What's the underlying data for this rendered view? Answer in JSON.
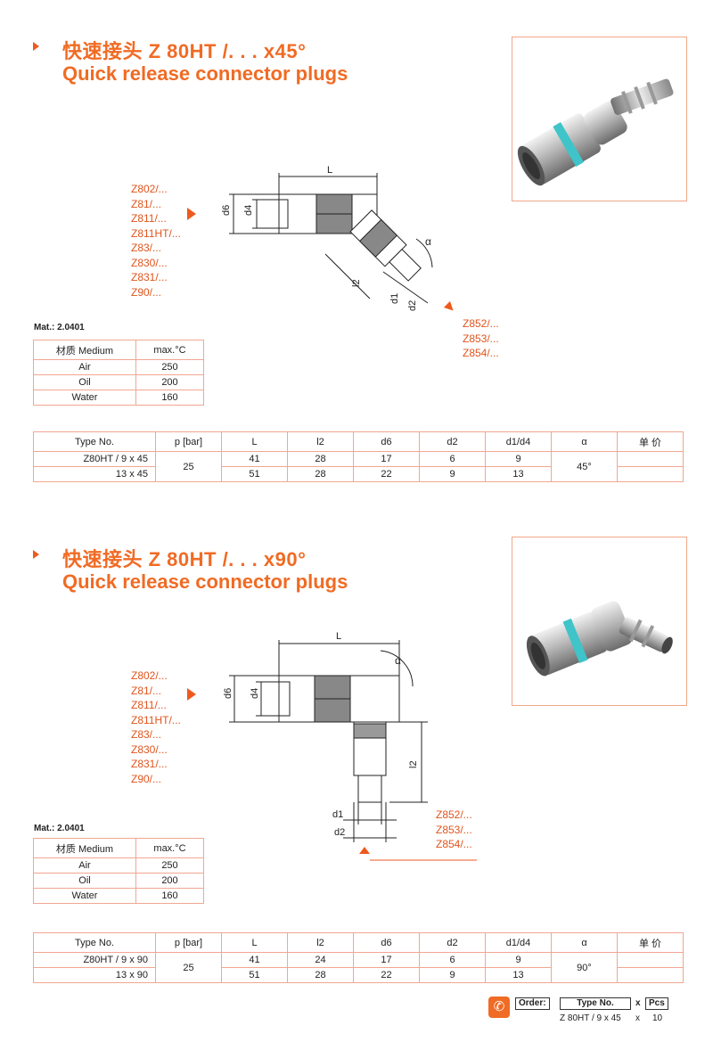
{
  "sections": [
    {
      "title_cn": "快速接头 Z 80HT /. . .  x45°",
      "title_en": "Quick release connector plugs",
      "material": "Mat.: 2.0401",
      "left_codes": [
        "Z802/...",
        "Z81/...",
        "Z811/...",
        "Z811HT/...",
        "Z83/...",
        "Z830/...",
        "Z831/...",
        "Z90/..."
      ],
      "right_codes": [
        "Z852/...",
        "Z853/...",
        "Z854/..."
      ],
      "dim_labels": {
        "L": "L",
        "d6": "d6",
        "d4": "d4",
        "l2": "l2",
        "d1": "d1",
        "d2": "d2",
        "alpha": "α"
      },
      "medium_table": {
        "headers": [
          "材质 Medium",
          "max.°C"
        ],
        "rows": [
          [
            "Air",
            "250"
          ],
          [
            "Oil",
            "200"
          ],
          [
            "Water",
            "160"
          ]
        ]
      },
      "spec_table": {
        "headers": [
          "Type No.",
          "p [bar]",
          "L",
          "l2",
          "d6",
          "d2",
          "d1/d4",
          "α",
          "单 价"
        ],
        "pressure": "25",
        "angle": "45°",
        "rows": [
          {
            "type": "Z80HT / 9 x 45",
            "L": "41",
            "l2": "28",
            "d6": "17",
            "d2": "6",
            "d1d4": "9",
            "price": ""
          },
          {
            "type": "13 x 45",
            "L": "51",
            "l2": "28",
            "d6": "22",
            "d2": "9",
            "d1d4": "13",
            "price": ""
          }
        ]
      }
    },
    {
      "title_cn": "快速接头 Z 80HT /. . .  x90°",
      "title_en": "Quick release connector plugs",
      "material": "Mat.: 2.0401",
      "left_codes": [
        "Z802/...",
        "Z81/...",
        "Z811/...",
        "Z811HT/...",
        "Z83/...",
        "Z830/...",
        "Z831/...",
        "Z90/..."
      ],
      "right_codes": [
        "Z852/...",
        "Z853/...",
        "Z854/..."
      ],
      "dim_labels": {
        "L": "L",
        "d6": "d6",
        "d4": "d4",
        "l2": "l2",
        "d1": "d1",
        "d2": "d2",
        "alpha": "α"
      },
      "medium_table": {
        "headers": [
          "材质 Medium",
          "max.°C"
        ],
        "rows": [
          [
            "Air",
            "250"
          ],
          [
            "Oil",
            "200"
          ],
          [
            "Water",
            "160"
          ]
        ]
      },
      "spec_table": {
        "headers": [
          "Type No.",
          "p [bar]",
          "L",
          "l2",
          "d6",
          "d2",
          "d1/d4",
          "α",
          "单 价"
        ],
        "pressure": "25",
        "angle": "90°",
        "rows": [
          {
            "type": "Z80HT / 9 x 90",
            "L": "41",
            "l2": "24",
            "d6": "17",
            "d2": "6",
            "d1d4": "9",
            "price": ""
          },
          {
            "type": "13 x 90",
            "L": "51",
            "l2": "28",
            "d6": "22",
            "d2": "9",
            "d1d4": "13",
            "price": ""
          }
        ]
      }
    }
  ],
  "order": {
    "label": "Order:",
    "type_header": "Type No.",
    "x1": "x",
    "pcs_header": "Pcs",
    "example_type": "Z 80HT / 9 x 45",
    "x2": "x",
    "example_pcs": "10",
    "icon": "phone-icon"
  },
  "colors": {
    "accent": "#f06b24",
    "table_border": "#f1a791",
    "photo_border": "#f0a88a",
    "teal_ring": "#3fc4c9"
  }
}
